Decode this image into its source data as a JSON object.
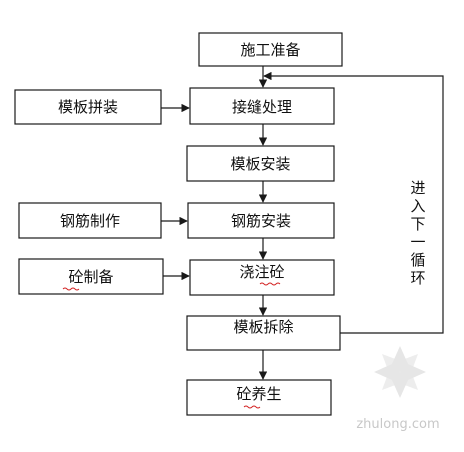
{
  "flowchart": {
    "steps": {
      "prep": "施工准备",
      "joint": "接缝处理",
      "formwork_install": "模板安装",
      "rebar_install": "钢筋安装",
      "pour": "浇注砼",
      "formwork_remove": "模板拆除",
      "cure": "砼养生"
    },
    "inputs": {
      "formwork_assembly": "模板拼装",
      "rebar_fabrication": "钢筋制作",
      "concrete_prep": "砼制备"
    },
    "loop_label": "进入下一循环"
  },
  "watermark": {
    "text": "zhulong.com"
  }
}
